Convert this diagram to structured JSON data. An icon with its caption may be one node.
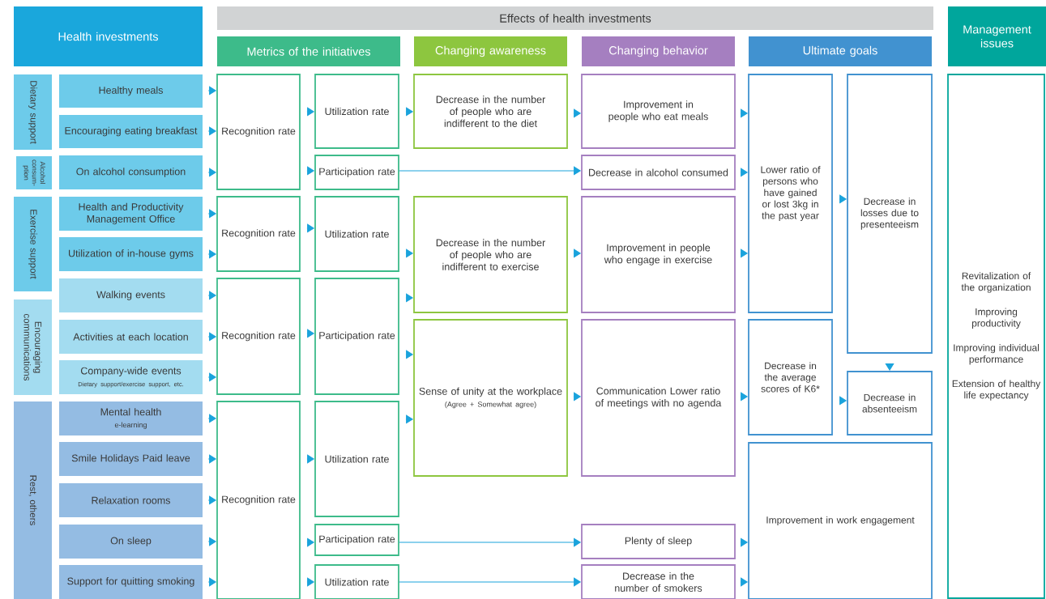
{
  "diagram": {
    "nodes": [
      {
        "text": [
          "Health investments"
        ]
      },
      {
        "text": [
          "Effects of health investments"
        ]
      },
      {
        "text": [
          "Metrics of the initiatives"
        ]
      },
      {
        "text": [
          "Changing awareness"
        ]
      },
      {
        "text": [
          "Changing behavior"
        ]
      },
      {
        "text": [
          "Ultimate goals"
        ]
      },
      {
        "text": [
          "Management issues"
        ]
      },
      {
        "text": [
          "Dietary support"
        ]
      },
      {
        "text": [
          "Alcohol consum-ption"
        ]
      },
      {
        "text": [
          "Exercise support"
        ]
      },
      {
        "text": [
          "Encouraging communications"
        ]
      },
      {
        "text": [
          "Rest, others"
        ]
      },
      {
        "text": [
          "Healthy meals"
        ]
      },
      {
        "text": [
          "Encouraging eating breakfast"
        ]
      },
      {
        "text": [
          "On alcohol consumption"
        ]
      },
      {
        "text": [
          "Health and Productivity Management Office"
        ]
      },
      {
        "text": [
          "Utilization of in-house gyms"
        ]
      },
      {
        "text": [
          "Walking events"
        ]
      },
      {
        "text": [
          "Activities at each location"
        ]
      },
      {
        "text": [
          "Company-wide events",
          "Dietary support/exercise support, etc."
        ]
      },
      {
        "text": [
          "Mental health",
          "e-learning"
        ]
      },
      {
        "text": [
          "Smile Holidays Paid leave"
        ]
      },
      {
        "text": [
          "Relaxation rooms"
        ]
      },
      {
        "text": [
          "On sleep"
        ]
      },
      {
        "text": [
          "Support for quitting smoking"
        ]
      },
      {
        "text": [
          "Recognition rate"
        ]
      },
      {
        "text": [
          "Recognition rate"
        ]
      },
      {
        "text": [
          "Recognition rate"
        ]
      },
      {
        "text": [
          "Recognition rate"
        ]
      },
      {
        "text": [
          "Utilization rate"
        ]
      },
      {
        "text": [
          "Participation rate"
        ]
      },
      {
        "text": [
          "Utilization rate"
        ]
      },
      {
        "text": [
          "Participation rate"
        ]
      },
      {
        "text": [
          "Utilization rate"
        ]
      },
      {
        "text": [
          "Participation rate"
        ]
      },
      {
        "text": [
          "Utilization rate"
        ]
      },
      {
        "text": [
          "Decrease in the number of people who are indifferent to the diet"
        ]
      },
      {
        "text": [
          "Decrease in the number of people who are indifferent to exercise"
        ]
      },
      {
        "text": [
          "Sense of unity at the workplace",
          "(Agree + Somewhat agree)"
        ]
      },
      {
        "text": [
          "Improvement in people who eat meals"
        ]
      },
      {
        "text": [
          "Decrease in alcohol consumed"
        ]
      },
      {
        "text": [
          "Improvement in people who engage in exercise"
        ]
      },
      {
        "text": [
          "Communication Lower ratio of meetings with no agenda"
        ]
      },
      {
        "text": [
          "Plenty of sleep"
        ]
      },
      {
        "text": [
          "Decrease in the number of smokers"
        ]
      },
      {
        "text": [
          "Lower ratio of persons who have gained or lost 3kg in the past year"
        ]
      },
      {
        "text": [
          "Decrease in losses due to presenteeism"
        ]
      },
      {
        "text": [
          "Decrease in the average scores of K6*"
        ]
      },
      {
        "text": [
          "Decrease in absenteeism"
        ]
      },
      {
        "text": [
          "Improvement in work engagement"
        ]
      },
      {
        "text": [
          "Revitalization of the organization",
          "Improving productivity",
          "Improving individual performance",
          "Extension of healthy life expectancy"
        ]
      }
    ],
    "edges": [
      {
        "from": 12,
        "to": 25,
        "arrow": "to"
      },
      {
        "from": 13,
        "to": 25,
        "arrow": "to"
      },
      {
        "from": 14,
        "to": 25,
        "arrow": "to"
      },
      {
        "from": 15,
        "to": 26,
        "arrow": "to"
      },
      {
        "from": 16,
        "to": 26,
        "arrow": "to"
      },
      {
        "from": 17,
        "to": 27,
        "arrow": "to"
      },
      {
        "from": 18,
        "to": 27,
        "arrow": "to"
      },
      {
        "from": 19,
        "to": 27,
        "arrow": "to"
      },
      {
        "from": 20,
        "to": 28,
        "arrow": "to"
      },
      {
        "from": 21,
        "to": 28,
        "arrow": "to"
      },
      {
        "from": 22,
        "to": 28,
        "arrow": "to"
      },
      {
        "from": 23,
        "to": 28,
        "arrow": "to"
      },
      {
        "from": 24,
        "to": 28,
        "arrow": "to"
      },
      {
        "from": 25,
        "to": 29,
        "arrow": "to"
      },
      {
        "from": 25,
        "to": 30,
        "arrow": "to"
      },
      {
        "from": 26,
        "to": 31,
        "arrow": "to"
      },
      {
        "from": 27,
        "to": 32,
        "arrow": "to"
      },
      {
        "from": 28,
        "to": 33,
        "arrow": "to"
      },
      {
        "from": 28,
        "to": 34,
        "arrow": "to"
      },
      {
        "from": 28,
        "to": 35,
        "arrow": "to"
      },
      {
        "from": 29,
        "to": 36,
        "arrow": "to"
      },
      {
        "from": 30,
        "to": 40,
        "arrow": "to"
      },
      {
        "from": 31,
        "to": 37,
        "arrow": "to"
      },
      {
        "from": 32,
        "to": 37,
        "arrow": "to"
      },
      {
        "from": 32,
        "to": 38,
        "arrow": "to"
      },
      {
        "from": 33,
        "to": 38,
        "arrow": "to"
      },
      {
        "from": 34,
        "to": 43,
        "arrow": "to"
      },
      {
        "from": 35,
        "to": 44,
        "arrow": "to"
      },
      {
        "from": 36,
        "to": 39,
        "arrow": "to"
      },
      {
        "from": 37,
        "to": 41,
        "arrow": "to"
      },
      {
        "from": 38,
        "to": 42,
        "arrow": "to"
      },
      {
        "from": 39,
        "to": 45,
        "arrow": "to"
      },
      {
        "from": 40,
        "to": 45,
        "arrow": "to"
      },
      {
        "from": 41,
        "to": 45,
        "arrow": "to"
      },
      {
        "from": 42,
        "to": 47,
        "arrow": "to"
      },
      {
        "from": 43,
        "to": 49,
        "arrow": "to"
      },
      {
        "from": 44,
        "to": 49,
        "arrow": "to"
      },
      {
        "from": 45,
        "to": 46,
        "arrow": "to"
      },
      {
        "from": 47,
        "to": 48,
        "arrow": "to"
      },
      {
        "from": 46,
        "to": 48,
        "arrow": "to"
      }
    ]
  }
}
